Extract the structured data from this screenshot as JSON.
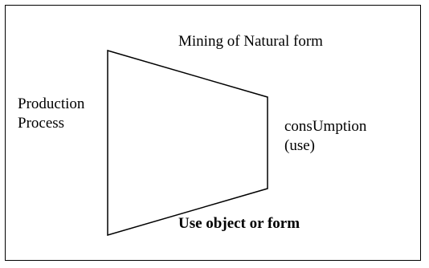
{
  "diagram": {
    "top_label": "Mining of Natural form",
    "left_label_line1": "Production",
    "left_label_line2": "Process",
    "right_label_line1": "consUmption",
    "right_label_line2": "(use)",
    "bottom_label": "Use object or form",
    "line_color": "#000000",
    "background_color": "#ffffff"
  }
}
